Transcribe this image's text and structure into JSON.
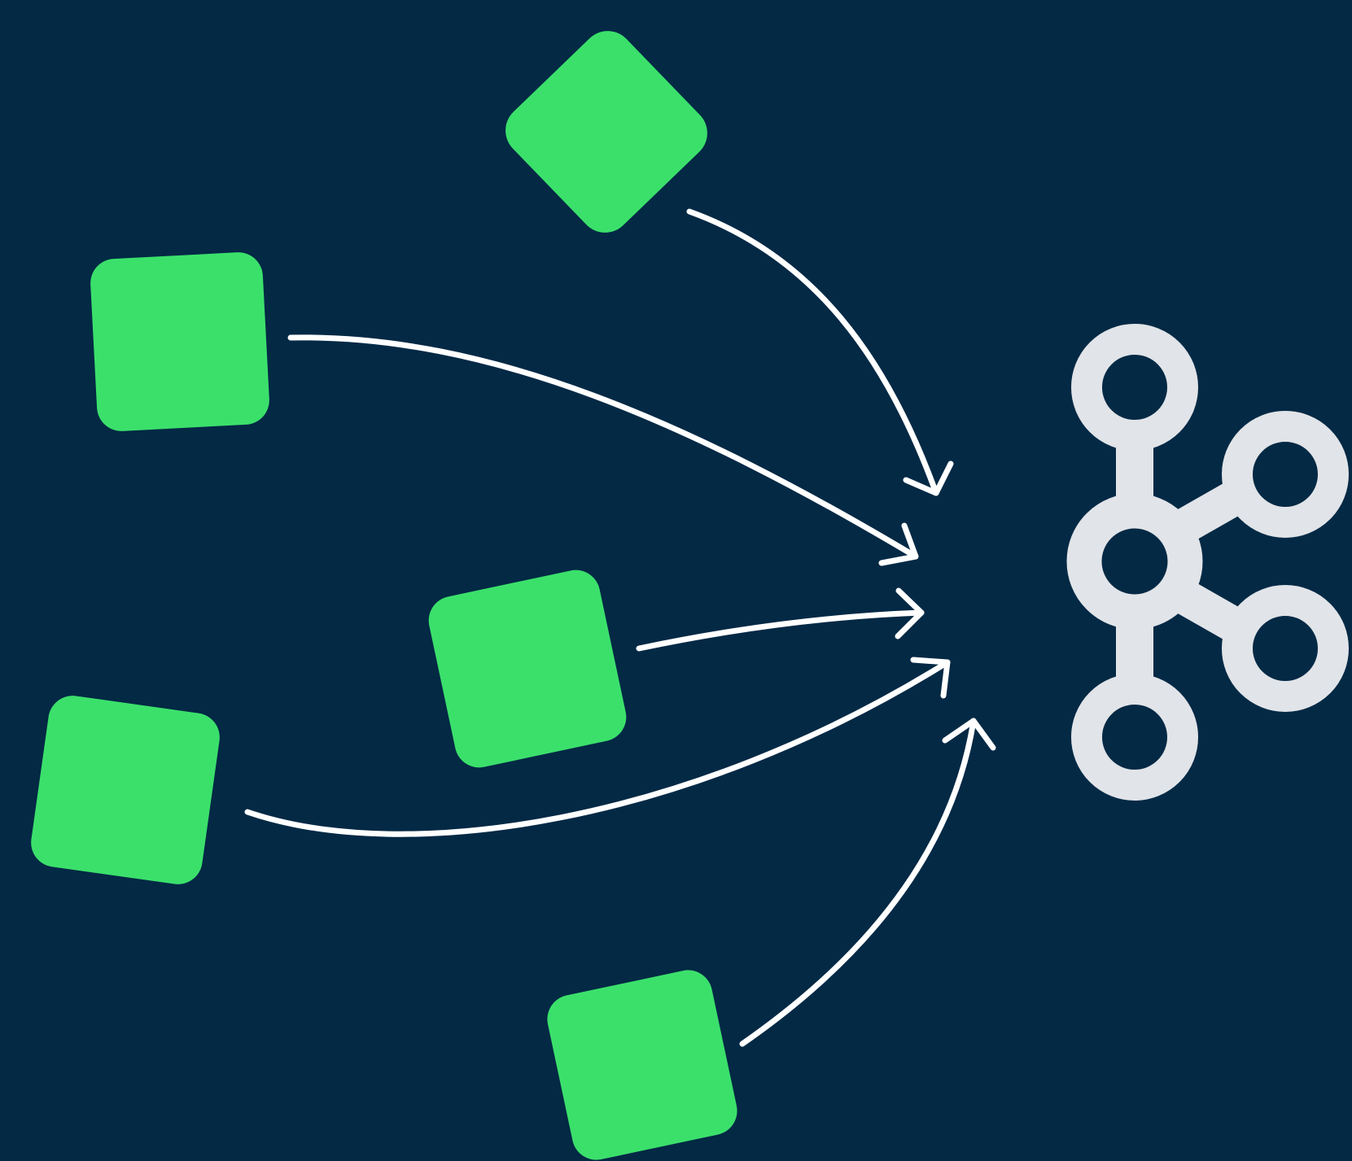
{
  "colors": {
    "background": "#032945",
    "producer": "#3BE06B",
    "arrow": "#FFFFFF",
    "kafka_logo": "#E1E4E8"
  },
  "diagram": {
    "producers": [
      {
        "id": "producer-top",
        "shape": "rounded-square",
        "rotation_deg": 46
      },
      {
        "id": "producer-upper-left",
        "shape": "rounded-square",
        "rotation_deg": -3
      },
      {
        "id": "producer-middle",
        "shape": "rounded-square",
        "rotation_deg": -12
      },
      {
        "id": "producer-lower-left",
        "shape": "rounded-square",
        "rotation_deg": 8
      },
      {
        "id": "producer-bottom",
        "shape": "rounded-square",
        "rotation_deg": -12
      }
    ],
    "arrows": [
      {
        "from": "producer-top",
        "to": "kafka-logo"
      },
      {
        "from": "producer-upper-left",
        "to": "kafka-logo"
      },
      {
        "from": "producer-middle",
        "to": "kafka-logo"
      },
      {
        "from": "producer-lower-left",
        "to": "kafka-logo"
      },
      {
        "from": "producer-bottom",
        "to": "kafka-logo"
      }
    ],
    "hub": {
      "id": "kafka-logo",
      "icon": "kafka-logo-icon",
      "nodes": 5
    }
  }
}
